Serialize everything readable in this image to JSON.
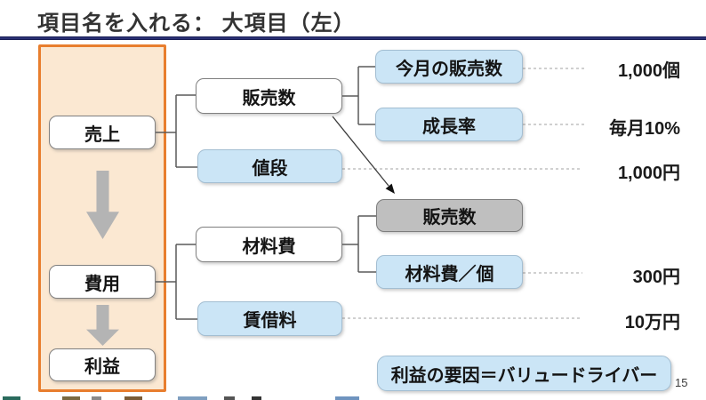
{
  "title": "項目名を入れる： 大項目（左）",
  "page_number": "15",
  "colors": {
    "accent-orange": "#e87e2e",
    "panel-fill": "#fbe8d2",
    "node-blue": "#cbe5f6",
    "node-blue-border": "#a3bed2",
    "node-gray": "#bfbfbf",
    "arrow-gray": "#b4b4b4",
    "title-rule-navy": "#181d55"
  },
  "left_panel": {
    "sales": "売上",
    "cost": "費用",
    "profit": "利益"
  },
  "level2": {
    "sales_volume": "販売数",
    "price": "値段",
    "material_cost": "材料費",
    "rent": "賃借料"
  },
  "level3": {
    "monthly_sales": "今月の販売数",
    "growth_rate": "成長率",
    "sales_volume": "販売数",
    "material_cost_per_unit": "材料費／個"
  },
  "values": {
    "monthly_sales": "1,000個",
    "growth_rate": "毎月10%",
    "price": "1,000円",
    "material_cost_per_unit": "300円",
    "rent": "10万円"
  },
  "callout": "利益の要因＝バリュードライバー"
}
